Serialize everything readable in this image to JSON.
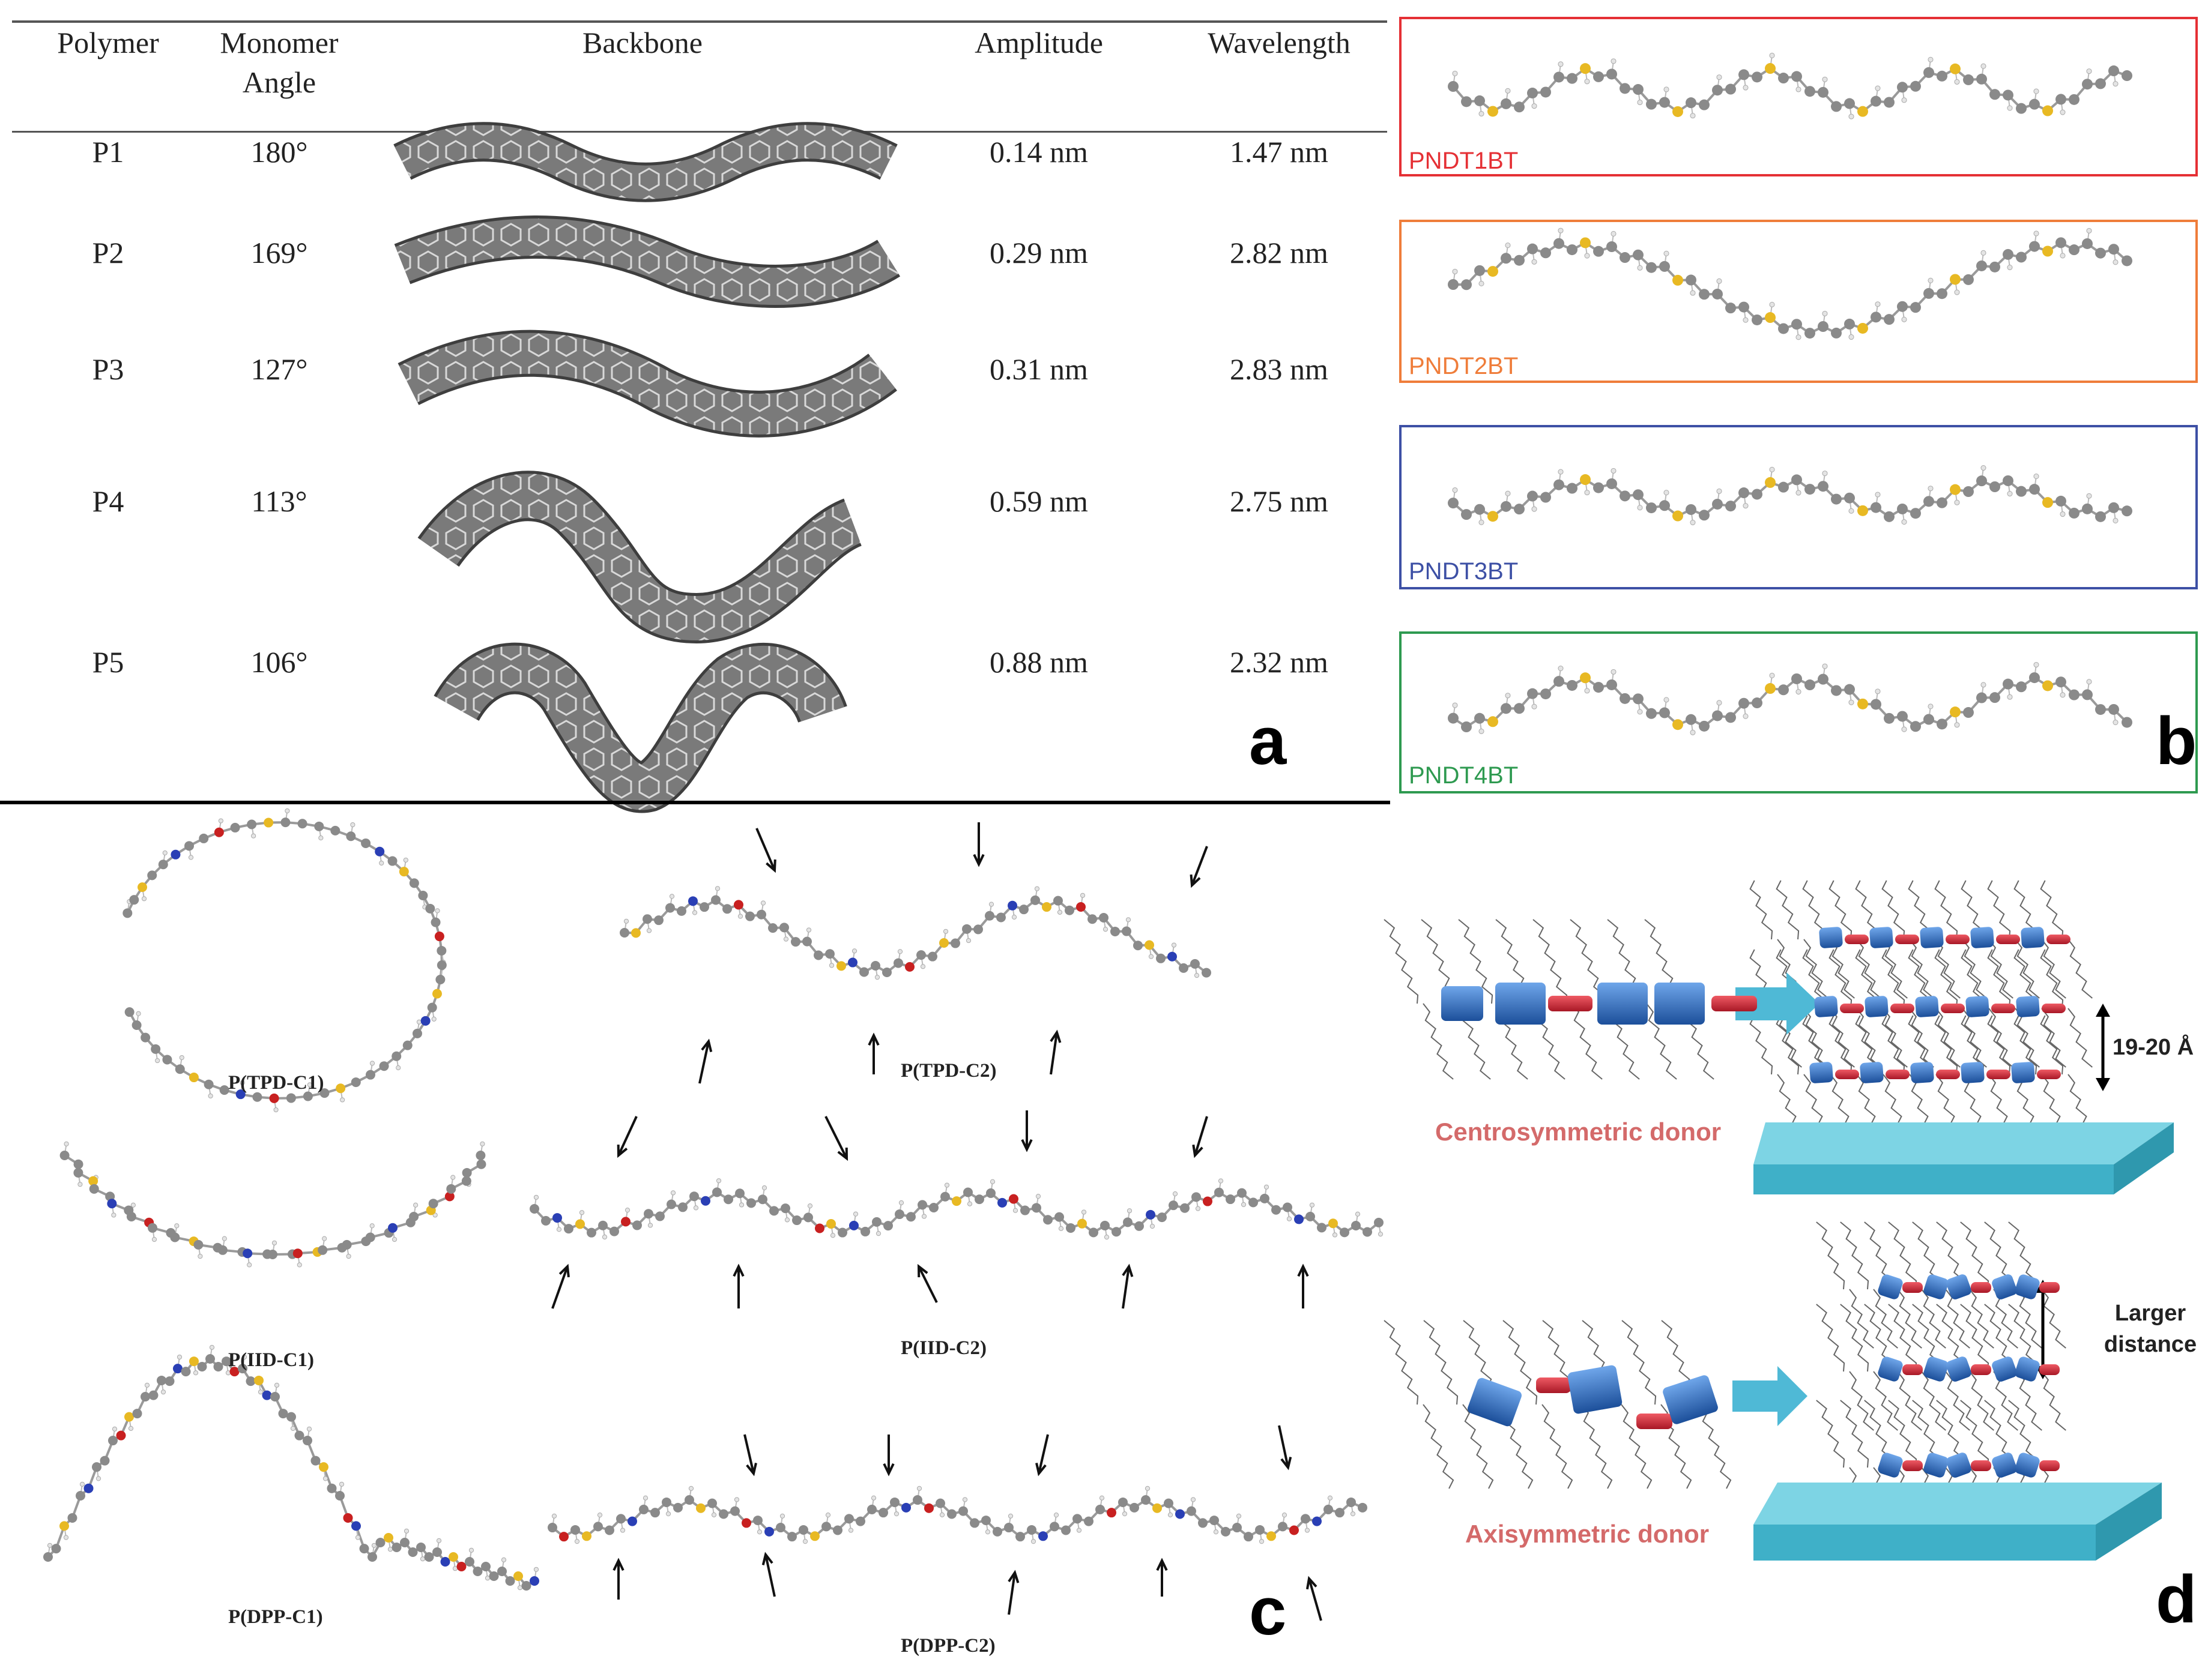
{
  "panel_a": {
    "headers": [
      "Polymer",
      "Monomer Angle",
      "Backbone",
      "Amplitude",
      "Wavelength"
    ],
    "rows": [
      {
        "polymer": "P1",
        "angle": "180°",
        "amplitude": "0.14 nm",
        "wavelength": "1.47 nm"
      },
      {
        "polymer": "P2",
        "angle": "169°",
        "amplitude": "0.29 nm",
        "wavelength": "2.82 nm"
      },
      {
        "polymer": "P3",
        "angle": "127°",
        "amplitude": "0.31 nm",
        "wavelength": "2.83 nm"
      },
      {
        "polymer": "P4",
        "angle": "113°",
        "amplitude": "0.59 nm",
        "wavelength": "2.75 nm"
      },
      {
        "polymer": "P5",
        "angle": "106°",
        "amplitude": "0.88 nm",
        "wavelength": "2.32 nm"
      }
    ],
    "letter": "a"
  },
  "panel_b": {
    "items": [
      {
        "label": "PNDT1BT",
        "color": "#e53035"
      },
      {
        "label": "PNDT2BT",
        "color": "#ef7d3a"
      },
      {
        "label": "PNDT3BT",
        "color": "#3d50a5"
      },
      {
        "label": "PNDT4BT",
        "color": "#2e9a50"
      }
    ],
    "letter": "b"
  },
  "panel_c": {
    "labels": [
      "P(TPD-C1)",
      "P(TPD-C2)",
      "P(IID-C1)",
      "P(IID-C2)",
      "P(DPP-C1)",
      "P(DPP-C2)"
    ],
    "letter": "c"
  },
  "panel_d": {
    "centro_label": "Centrosymmetric donor",
    "axi_label": "Axisymmetric donor",
    "distance_label": "19-20 Å",
    "larger_label": "Larger distance",
    "letter": "d"
  },
  "colors": {
    "carbon": "#8a8a8a",
    "sulfur": "#e8b923",
    "nitrogen": "#2a3fb5",
    "oxygen": "#c82020",
    "block_blue": "#2d6fc0",
    "block_red": "#d42a3a",
    "substrate": "#5ec8dc",
    "arrow_cyan": "#4fb9d6"
  }
}
